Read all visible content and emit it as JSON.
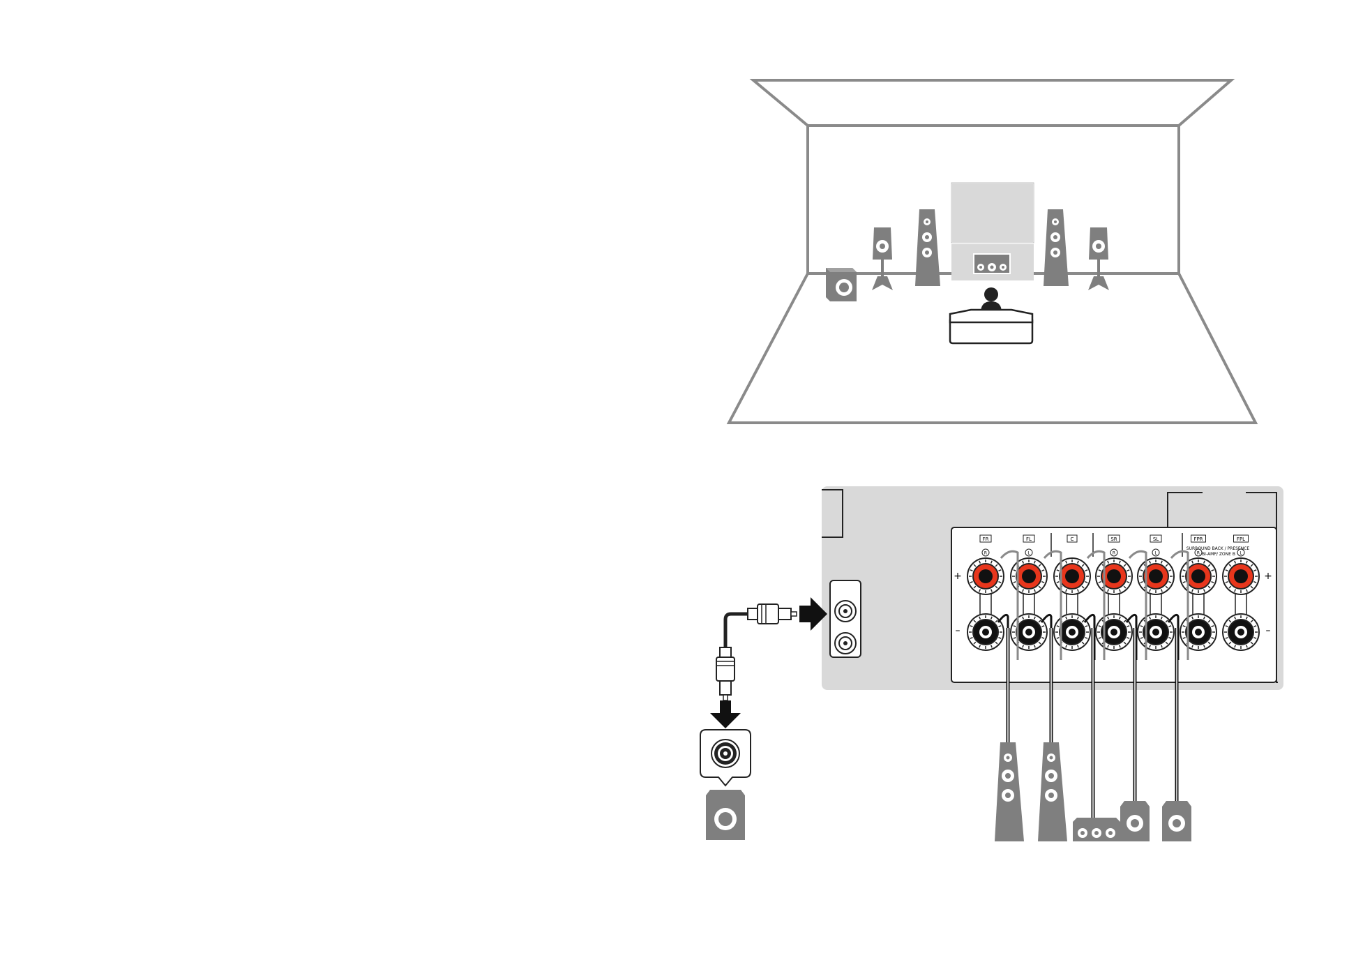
{
  "terminals": [
    {
      "id": "fr",
      "label": "FR",
      "side": "R"
    },
    {
      "id": "fl",
      "label": "FL",
      "side": "L"
    },
    {
      "id": "c",
      "label": "C",
      "side": ""
    },
    {
      "id": "sr",
      "label": "SR",
      "side": "R"
    },
    {
      "id": "sl",
      "label": "SL",
      "side": "L"
    },
    {
      "id": "fpr",
      "label": "FPR",
      "side": "R"
    },
    {
      "id": "fpl",
      "label": "FPL",
      "side": "L"
    }
  ],
  "group_label_line1": "SURROUND BACK / PRESENCE",
  "group_label_line2": "/BI-AMP/ ZONE B",
  "plus_sign": "+",
  "minus_sign": "–",
  "colors": {
    "line_gray": "#8a8a8a",
    "panel": "#d9d9d9",
    "speaker": "#7f7f7f",
    "terminal_red": "#e8361c",
    "screen": "#d9d9d9"
  }
}
